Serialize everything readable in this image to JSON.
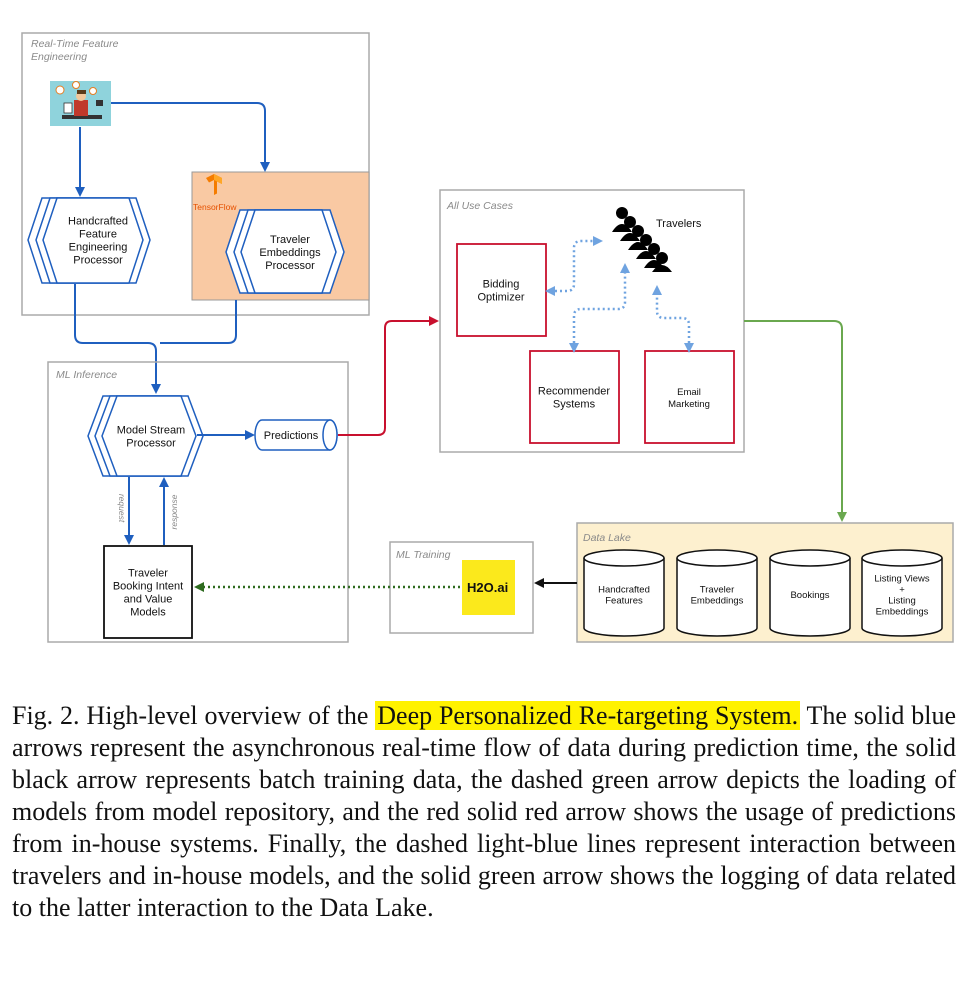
{
  "groups": {
    "realtime": "Real-Time Feature Engineering",
    "use_cases": "All Use Cases",
    "inference": "ML Inference",
    "training": "ML Training",
    "data_lake": "Data Lake"
  },
  "nodes": {
    "handcrafted_processor": [
      "Handcrafted",
      "Feature",
      "Engineering",
      "Processor"
    ],
    "tensorflow_logo": "TensorFlow",
    "embeddings_processor": [
      "Traveler",
      "Embeddings",
      "Processor"
    ],
    "model_stream": [
      "Model Stream",
      "Processor"
    ],
    "predictions": "Predictions",
    "travelers": "Travelers",
    "bidding": [
      "Bidding",
      "Optimizer"
    ],
    "recommender": [
      "Recommender",
      "Systems"
    ],
    "email": [
      "Email",
      "Marketing"
    ],
    "traveler_models": [
      "Traveler",
      "Booking Intent",
      "and Value",
      "Models"
    ],
    "request": "request",
    "response": "response",
    "h2o_logo": "H2O.ai"
  },
  "data_lake_items": [
    [
      "Handcrafted",
      "Features"
    ],
    [
      "Traveler",
      "Embeddings"
    ],
    [
      "Bookings"
    ],
    [
      "Listing Views",
      "+",
      "Listing",
      "Embeddings"
    ]
  ],
  "colors": {
    "blue": "#1f5fbf",
    "light_blue": "#6fa3e0",
    "red": "#c8102e",
    "green": "#6aa84f",
    "dark_green": "#2e6b1f",
    "tensorflow_bg": "#f9c9a3",
    "data_lake_bg": "#fdf0cf",
    "highlight": "#fff200",
    "h2o_bg": "#fbe91c"
  },
  "caption": {
    "prefix": "Fig. 2.  High-level overview of the ",
    "highlight": "Deep Personalized Re-targeting System.",
    "body": " The solid blue arrows represent the asynchronous real-time flow of data during prediction time, the solid black arrow represents batch training data, the dashed green arrow depicts the loading of models from model repository, and the red solid red arrow shows the usage of predictions from in-house systems. Finally, the dashed light-blue lines represent interaction between travelers and in-house models, and the solid green arrow shows the logging of data related to the latter interaction to the Data Lake."
  }
}
